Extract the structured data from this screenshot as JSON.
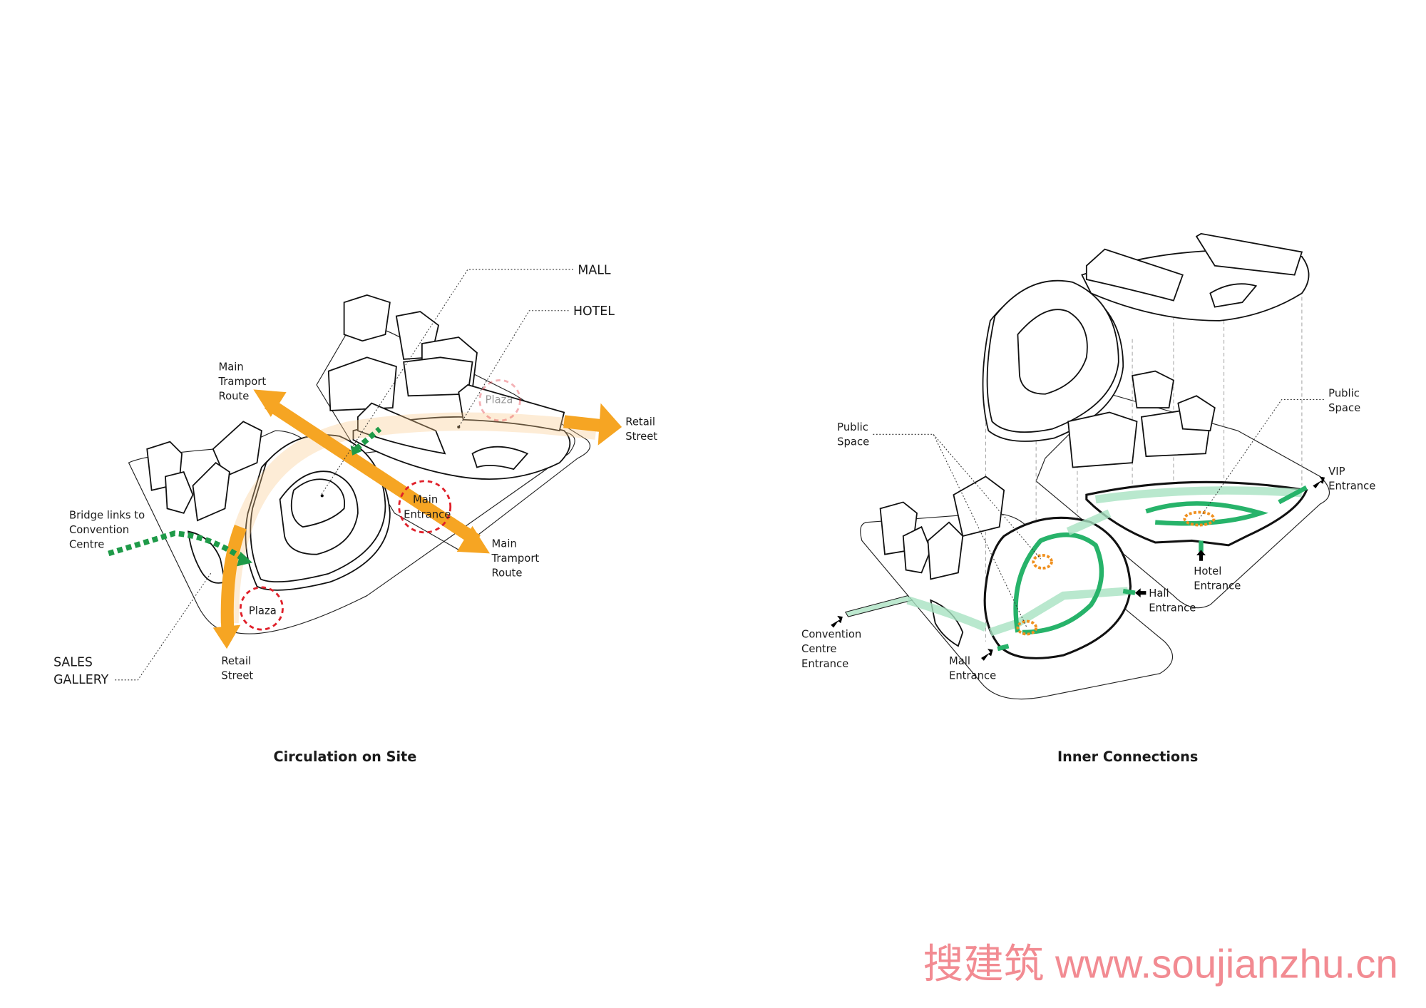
{
  "left_diagram": {
    "title": "Circulation on Site",
    "labels": {
      "mall": "MALL",
      "hotel": "HOTEL",
      "main_transport_top": [
        "Main",
        "Tramport",
        "Route"
      ],
      "retail_street_right": [
        "Retail",
        "Street"
      ],
      "bridge_links": [
        "Bridge links to",
        "Convention",
        "Centre"
      ],
      "main_entrance": [
        "Main",
        "Entrance"
      ],
      "main_transport_bottom": [
        "Main",
        "Tramport",
        "Route"
      ],
      "plaza_bottom": "Plaza",
      "plaza_top": "Plaza",
      "retail_street_bottom": [
        "Retail",
        "Street"
      ],
      "sales_gallery": [
        "SALES",
        "GALLERY"
      ]
    }
  },
  "right_diagram": {
    "title": "Inner Connections",
    "labels": {
      "public_space_left": [
        "Public",
        "Space"
      ],
      "public_space_right": [
        "Public",
        "Space"
      ],
      "vip_entrance": [
        "VIP",
        "Entrance"
      ],
      "hotel_entrance": [
        "Hotel",
        "Entrance"
      ],
      "hall_entrance": [
        "Hall",
        "Entrance"
      ],
      "convention_entrance": [
        "Convention",
        "Centre",
        "Entrance"
      ],
      "mall_entrance": [
        "Mall",
        "Entrance"
      ]
    }
  },
  "watermark": "搜建筑 www.soujianzhu.cn",
  "colors": {
    "transport_route": "#f6a523",
    "bridge_link": "#1e9a48",
    "plaza_marker": "#e0202a",
    "inner_path": "#27b36a",
    "public_space_marker": "#f0901e",
    "watermark": "#f28b92"
  }
}
